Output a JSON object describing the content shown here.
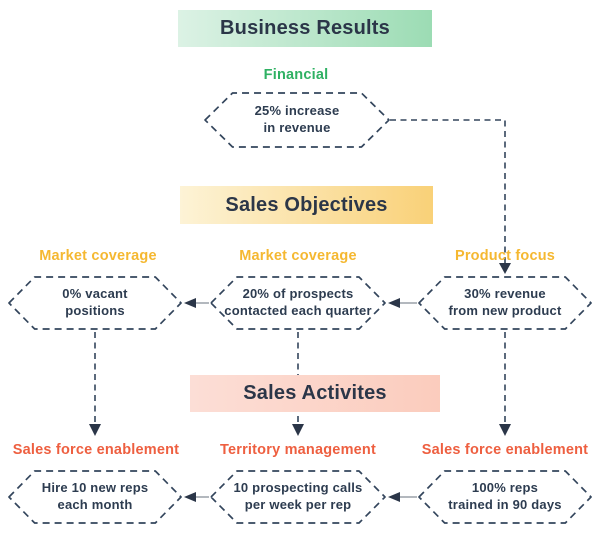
{
  "diagram": {
    "levels": [
      {
        "banner": "Business Results",
        "nodes": [
          {
            "label": "Financial",
            "text": "25% increase\nin revenue"
          }
        ]
      },
      {
        "banner": "Sales Objectives",
        "nodes": [
          {
            "label": "Market coverage",
            "text": "0% vacant\npositions"
          },
          {
            "label": "Market coverage",
            "text": "20% of prospects\ncontacted each quarter"
          },
          {
            "label": "Product focus",
            "text": "30% revenue\nfrom new product"
          }
        ]
      },
      {
        "banner": "Sales Activites",
        "nodes": [
          {
            "label": "Sales force enablement",
            "text": "Hire 10 new reps\neach month"
          },
          {
            "label": "Territory management",
            "text": "10 prospecting calls\nper week per rep"
          },
          {
            "label": "Sales force enablement",
            "text": "100% reps\ntrained in 90 days"
          }
        ]
      }
    ],
    "colors": {
      "banner_green": "#9cdcb4",
      "banner_yellow": "#f9d178",
      "banner_pink": "#fbccbd",
      "label_green": "#2fb163",
      "label_yellow": "#f5b831",
      "label_orange": "#ee5f40",
      "node_border": "#33455c",
      "heading_text": "#2b3648",
      "node_text": "#2d3c50",
      "connector_gray": "#9aa0a8"
    }
  }
}
